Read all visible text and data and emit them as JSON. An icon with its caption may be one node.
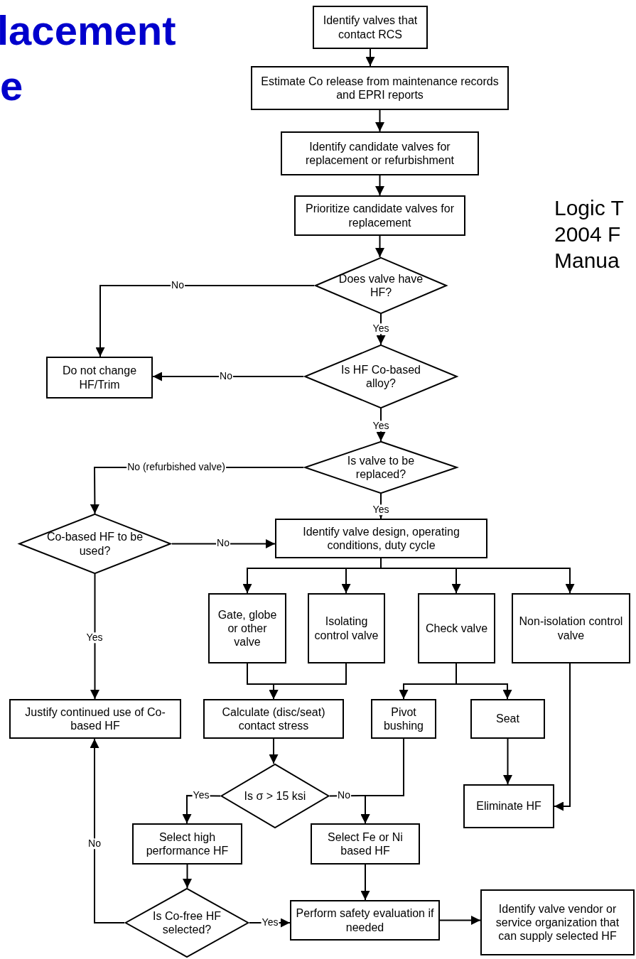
{
  "diagram": {
    "nodes": [
      {
        "text": [
          "Identify valves that contact RCS"
        ]
      },
      {
        "text": [
          "Estimate Co release from maintenance records and EPRI reports"
        ]
      },
      {
        "text": [
          "Identify candidate valves for replacement or refurbishment"
        ]
      },
      {
        "text": [
          "Prioritize candidate valves for replacement"
        ]
      },
      {
        "text": [
          "Does valve have HF?"
        ]
      },
      {
        "text": [
          "Do not change HF/Trim"
        ]
      },
      {
        "text": [
          "Is HF Co-based alloy?"
        ]
      },
      {
        "text": [
          "Is valve to be replaced?"
        ]
      },
      {
        "text": [
          "Co-based HF to be used?"
        ]
      },
      {
        "text": [
          "Identify valve design, operating conditions, duty cycle"
        ]
      },
      {
        "text": [
          "Gate, globe or other valve"
        ]
      },
      {
        "text": [
          "Isolating control valve"
        ]
      },
      {
        "text": [
          "Check valve"
        ]
      },
      {
        "text": [
          "Non-isolation control valve"
        ]
      },
      {
        "text": [
          "Justify continued use of Co-based HF"
        ]
      },
      {
        "text": [
          "Calculate (disc/seat) contact stress"
        ]
      },
      {
        "text": [
          "Pivot bushing"
        ]
      },
      {
        "text": [
          "Seat"
        ]
      },
      {
        "text": [
          "Is σ > 15 ksi"
        ]
      },
      {
        "text": [
          "Eliminate HF"
        ]
      },
      {
        "text": [
          "Select high performance HF"
        ]
      },
      {
        "text": [
          "Select Fe or Ni based HF"
        ]
      },
      {
        "text": [
          "Is Co-free HF selected?"
        ]
      },
      {
        "text": [
          "Perform safety evaluation if needed"
        ]
      },
      {
        "text": [
          "Identify valve vendor or service organization that can supply selected HF"
        ]
      }
    ],
    "edges": [
      {
        "from": 0,
        "to": 1,
        "arrow": "to"
      },
      {
        "from": 1,
        "to": 2,
        "arrow": "to"
      },
      {
        "from": 2,
        "to": 3,
        "arrow": "to"
      },
      {
        "from": 3,
        "to": 4,
        "arrow": "to"
      },
      {
        "from": 4,
        "to": 5,
        "arrow": "to",
        "label": "No"
      },
      {
        "from": 4,
        "to": 6,
        "arrow": "to",
        "label": "Yes"
      },
      {
        "from": 6,
        "to": 5,
        "arrow": "to",
        "label": "No"
      },
      {
        "from": 6,
        "to": 7,
        "arrow": "to",
        "label": "Yes"
      },
      {
        "from": 7,
        "to": 8,
        "arrow": "to",
        "label": "No (refurbished valve)"
      },
      {
        "from": 7,
        "to": 9,
        "arrow": "to",
        "label": "Yes"
      },
      {
        "from": 8,
        "to": 9,
        "arrow": "to",
        "label": "No"
      },
      {
        "from": 8,
        "to": 14,
        "arrow": "to",
        "label": "Yes"
      },
      {
        "from": 9,
        "to": 10,
        "arrow": "to"
      },
      {
        "from": 9,
        "to": 11,
        "arrow": "to"
      },
      {
        "from": 9,
        "to": 12,
        "arrow": "to"
      },
      {
        "from": 9,
        "to": 13,
        "arrow": "to"
      },
      {
        "from": 10,
        "to": 15,
        "arrow": "to"
      },
      {
        "from": 11,
        "to": 15,
        "arrow": "to"
      },
      {
        "from": 12,
        "to": 16,
        "arrow": "to"
      },
      {
        "from": 12,
        "to": 17,
        "arrow": "to"
      },
      {
        "from": 13,
        "to": 19,
        "arrow": "to"
      },
      {
        "from": 15,
        "to": 18,
        "arrow": "to"
      },
      {
        "from": 18,
        "to": 20,
        "arrow": "to",
        "label": "Yes"
      },
      {
        "from": 18,
        "to": 21,
        "arrow": "to",
        "label": "No"
      },
      {
        "from": 16,
        "to": 21,
        "arrow": "to"
      },
      {
        "from": 17,
        "to": 19,
        "arrow": "to"
      },
      {
        "from": 20,
        "to": 22,
        "arrow": "to"
      },
      {
        "from": 22,
        "to": 14,
        "arrow": "to",
        "label": "No"
      },
      {
        "from": 22,
        "to": 23,
        "arrow": "to",
        "label": "Yes"
      },
      {
        "from": 21,
        "to": 23,
        "arrow": "to"
      },
      {
        "from": 23,
        "to": 24,
        "arrow": "to"
      }
    ],
    "labels": [
      "lacement",
      "e",
      "Logic T",
      "2004 F",
      "Manua"
    ]
  }
}
